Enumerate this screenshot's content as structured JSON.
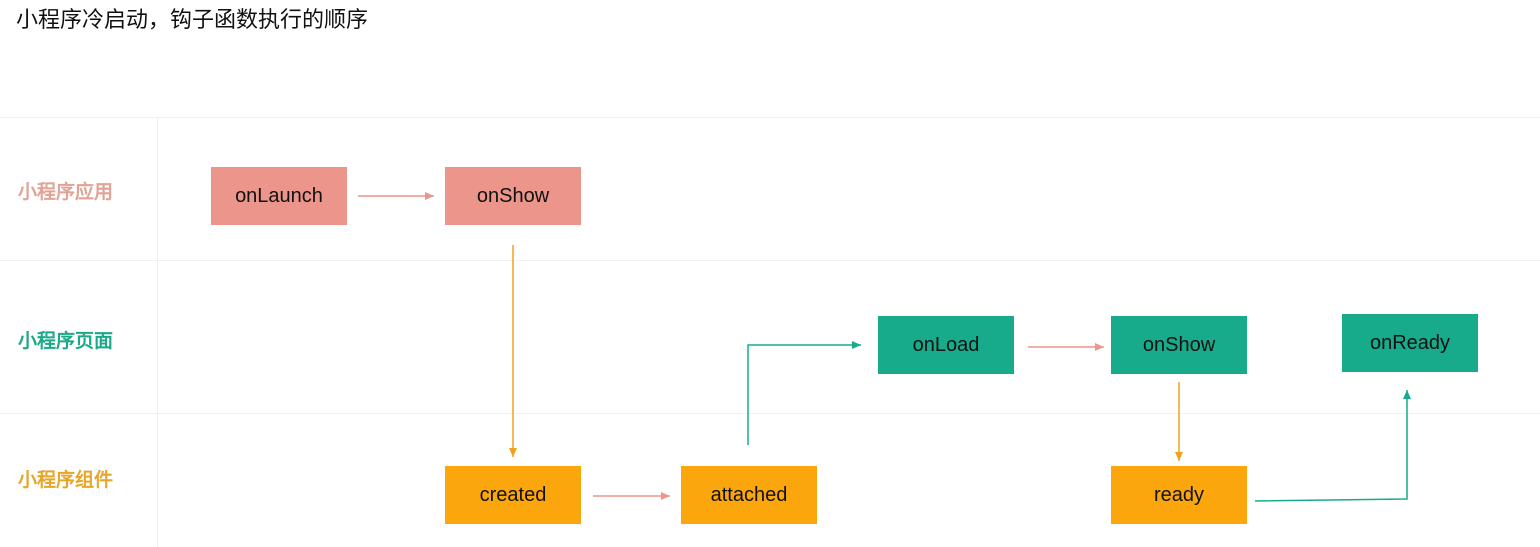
{
  "title": "小程序冷启动，钩子函数执行的顺序",
  "colors": {
    "app": "#ec958a",
    "page": "#17ab8b",
    "component": "#fba60c",
    "app_label": "#e0a396",
    "page_label": "#1ea88a",
    "component_label": "#e4a72c"
  },
  "lanes": {
    "app": "小程序应用",
    "page": "小程序页面",
    "component": "小程序组件"
  },
  "nodes": {
    "app_onlaunch": "onLaunch",
    "app_onshow": "onShow",
    "page_onload": "onLoad",
    "page_onshow": "onShow",
    "page_onready": "onReady",
    "comp_created": "created",
    "comp_attached": "attached",
    "comp_ready": "ready"
  }
}
